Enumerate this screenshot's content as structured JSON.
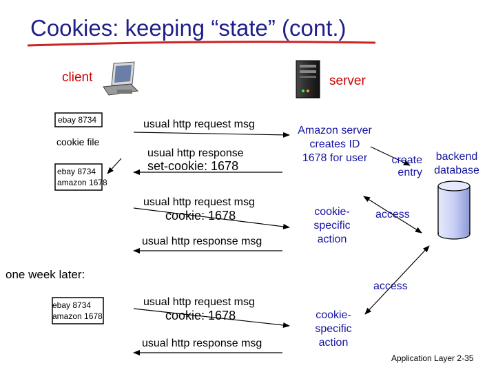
{
  "title": "Cookies: keeping “state” (cont.)",
  "client_label": "client",
  "server_label": "server",
  "cookie_file_label": "cookie file",
  "cookie_box_1": [
    "ebay 8734"
  ],
  "cookie_box_2": [
    "ebay 8734",
    "amazon 1678"
  ],
  "cookie_box_3": [
    "ebay 8734",
    "amazon 1678"
  ],
  "messages": {
    "m1": "usual http request msg",
    "m2_line1": "usual http response",
    "m2_line2": "set-cookie: 1678",
    "m3_line1": "usual http request msg",
    "m3_line2": "cookie: 1678",
    "m4": "usual http response msg",
    "m5_line1": "usual http request msg",
    "m5_line2": "cookie: 1678",
    "m6": "usual http response msg"
  },
  "server_note": [
    "Amazon server",
    "creates ID",
    "1678 for user"
  ],
  "create_entry": [
    "create",
    "entry"
  ],
  "backend_db": [
    "backend",
    "database"
  ],
  "cookie_action_1": [
    "cookie-",
    "specific",
    "action"
  ],
  "cookie_action_2": [
    "cookie-",
    "specific",
    "action"
  ],
  "access_1": "access",
  "access_2": "access",
  "one_week_later": "one week later:",
  "footer": {
    "label": "Application Layer",
    "page": "2-35"
  },
  "colors": {
    "title": "#1f1f8a",
    "accent_red": "#cc0000",
    "blue_text": "#1414a0",
    "cylinder": "#c8cff5",
    "underline": "#cc2222"
  }
}
